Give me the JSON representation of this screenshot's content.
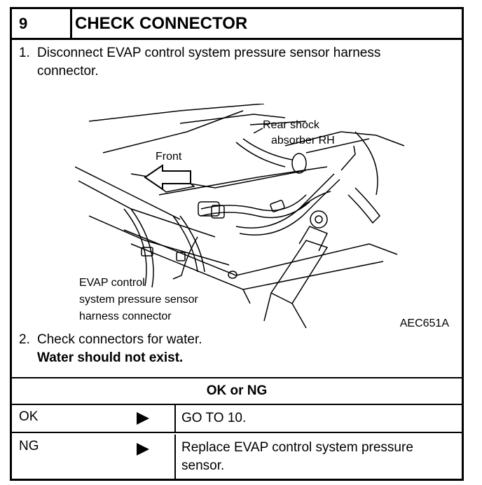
{
  "header": {
    "step_number": "9",
    "title": "CHECK CONNECTOR"
  },
  "steps": [
    {
      "number": "1.",
      "line1": "Disconnect EVAP control system pressure sensor harness",
      "line2": "connector."
    },
    {
      "number": "2.",
      "line1": "Check connectors for water.",
      "line2": "Water should not exist."
    }
  ],
  "figure": {
    "callouts": {
      "rear_shock_1": "Rear shock",
      "rear_shock_2": "absorber RH",
      "front": "Front",
      "evap_1": "EVAP control",
      "evap_2": "system pressure sensor",
      "evap_3": "harness connector"
    },
    "figure_id": "AEC651A"
  },
  "result": {
    "heading": "OK or NG",
    "rows": [
      {
        "label": "OK",
        "action": "GO TO 10."
      },
      {
        "label": "NG",
        "action_line1": "Replace EVAP control system pressure",
        "action_line2": "sensor."
      }
    ]
  }
}
